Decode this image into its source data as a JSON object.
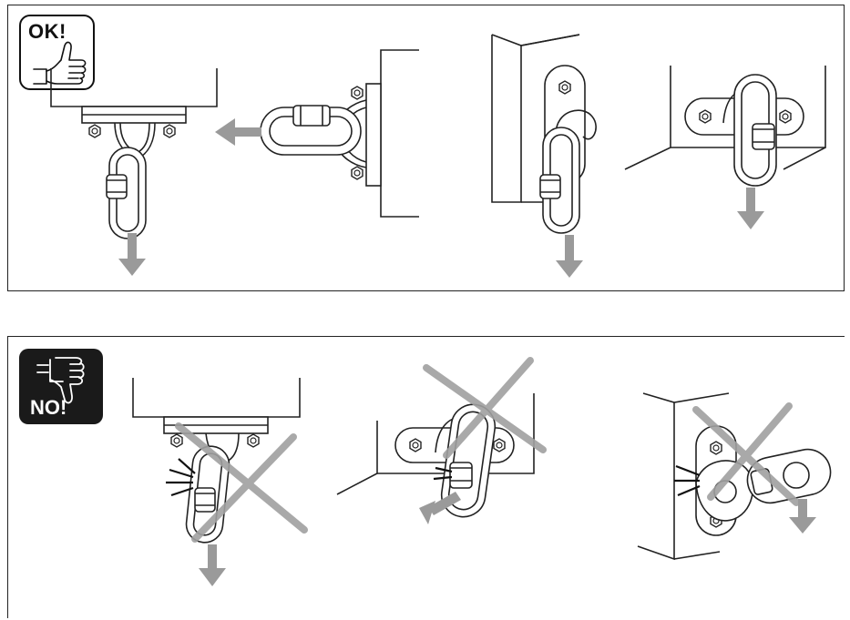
{
  "badges": {
    "ok": {
      "label": "OK!",
      "icon": "thumbs-up-icon"
    },
    "no": {
      "label": "NO!",
      "icon": "thumbs-down-icon"
    }
  },
  "colors": {
    "line": "#222222",
    "arrow": "#9a9a9a",
    "cross": "#a0a0a0",
    "no_badge_bg": "#1a1a1a"
  },
  "panels": {
    "correct": [
      "ceiling-mount-vertical-load",
      "wall-bracket-horizontal-load",
      "wall-plate-vertical-load",
      "corner-eyebolt-vertical-load"
    ],
    "incorrect": [
      "ceiling-mount-gate-against-plate",
      "wall-eyebolt-side-load",
      "corner-plate-gate-loaded"
    ]
  }
}
